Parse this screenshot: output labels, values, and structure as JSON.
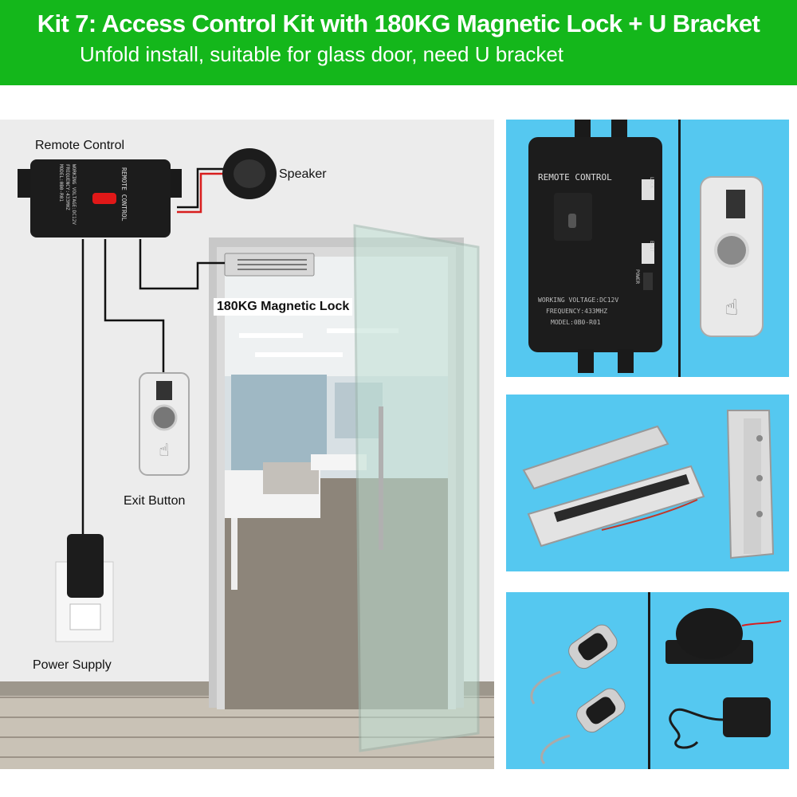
{
  "header": {
    "title": "Kit 7: Access Control Kit with 180KG Magnetic Lock + U Bracket",
    "subtitle": "Unfold install, suitable for glass door, need U bracket"
  },
  "diagram": {
    "remote_control_label": "Remote Control",
    "speaker_label": "Speaker",
    "lock_label": "180KG Magnetic Lock",
    "exit_button_label": "Exit Button",
    "power_supply_label": "Power Supply",
    "controller_text": {
      "name": "REMOTE CONTROL",
      "voltage": "WORKING VOLTAGE:DC12V",
      "frequency": "FREQUENCY:433MHZ",
      "model": "MODEL:0B0-R01"
    }
  },
  "product_panels": {
    "controller_name": "REMOTE CONTROL",
    "controller_voltage": "WORKING VOLTAGE:DC12V",
    "controller_frequency": "FREQUENCY:433MHZ",
    "controller_model": "MODEL:0B0-R01",
    "side_labels": [
      "LOCK",
      "EXIT",
      "POWER"
    ]
  },
  "colors": {
    "banner": "#14b71b",
    "panel": "#55c8f0",
    "wire_red": "#d81e1e"
  }
}
